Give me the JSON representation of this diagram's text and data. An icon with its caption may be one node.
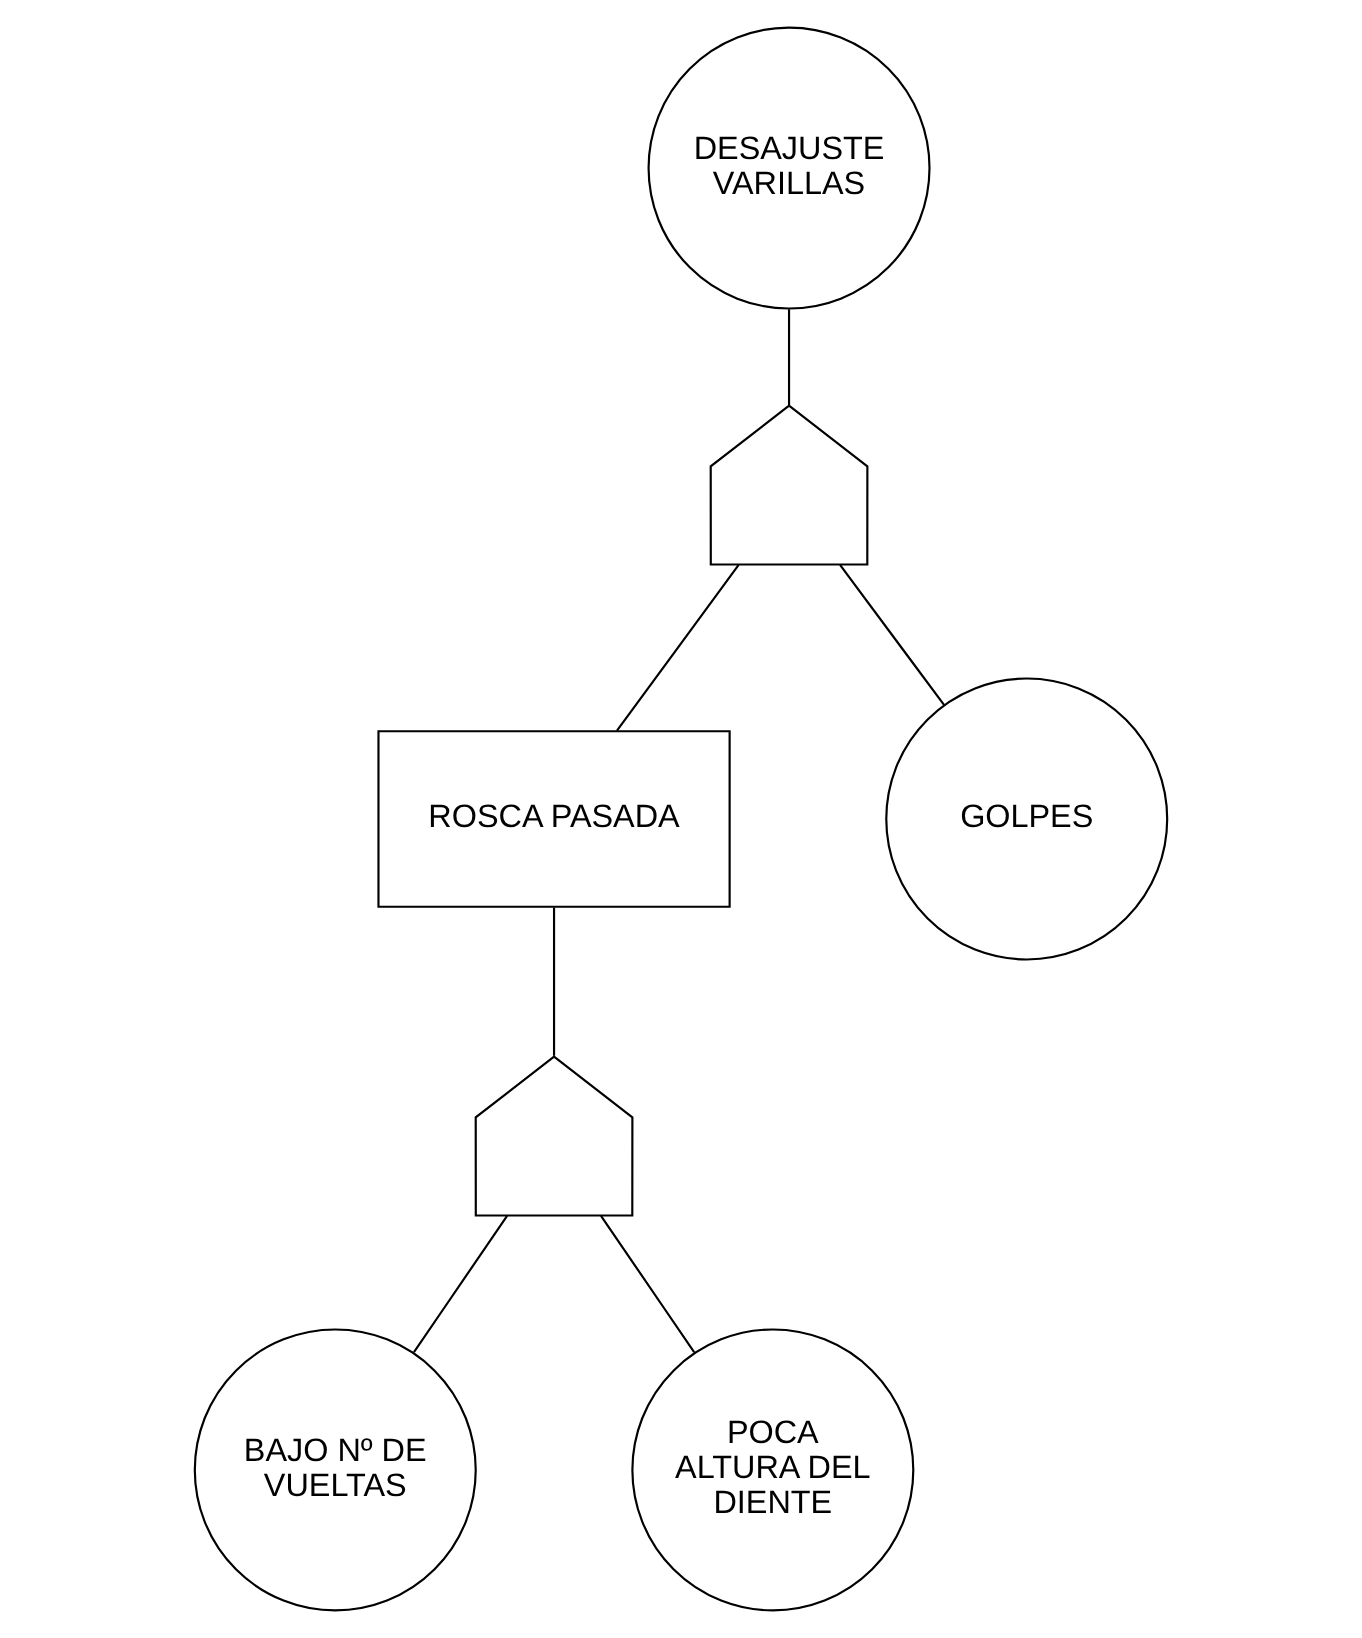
{
  "diagram": {
    "nodes": [
      {
        "text": [
          "DESAJUSTE VARILLAS"
        ]
      },
      {
        "text": [],
        "shape": "gate"
      },
      {
        "text": [
          "ROSCA PASADA"
        ]
      },
      {
        "text": [
          "GOLPES"
        ]
      },
      {
        "text": [],
        "shape": "gate"
      },
      {
        "text": [
          "BAJO Nº DE VUELTAS"
        ]
      },
      {
        "text": [
          "POCA ALTURA DEL DIENTE"
        ]
      }
    ],
    "edges": [
      {
        "from": 0,
        "to": 1,
        "arrow": "none"
      },
      {
        "from": 1,
        "to": 2,
        "arrow": "none"
      },
      {
        "from": 1,
        "to": 3,
        "arrow": "none"
      },
      {
        "from": 2,
        "to": 4,
        "arrow": "none"
      },
      {
        "from": 4,
        "to": 5,
        "arrow": "none"
      },
      {
        "from": 4,
        "to": 6,
        "arrow": "none"
      }
    ]
  }
}
